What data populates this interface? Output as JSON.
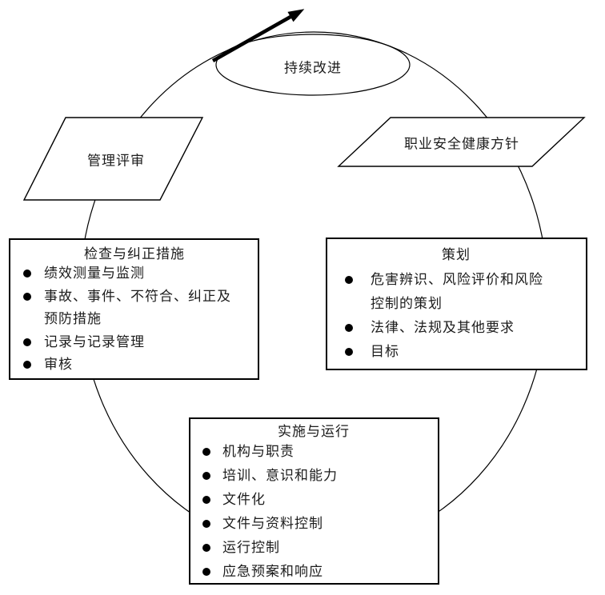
{
  "diagram": {
    "continual_improvement": {
      "label": "持续改进"
    },
    "management_review": {
      "label": "管理评审"
    },
    "ohs_policy": {
      "label": "职业安全健康方针"
    },
    "checking_corrective": {
      "title": "检查与纠正措施",
      "items": [
        "绩效测量与监测",
        "事故、事件、不符合、纠正及预防措施",
        "记录与记录管理",
        "审核"
      ]
    },
    "planning": {
      "title": "策划",
      "items": [
        "危害辨识、风险评价和风险控制的策划",
        "法律、法规及其他要求",
        "目标"
      ]
    },
    "implementation_operation": {
      "title": "实施与运行",
      "items": [
        "机构与职责",
        "培训、意识和能力",
        "文件化",
        "文件与资料控制",
        "运行控制",
        "应急预案和响应"
      ]
    },
    "colors": {
      "line": "#000000",
      "background": "#ffffff",
      "text": "#1c1c1c"
    }
  }
}
